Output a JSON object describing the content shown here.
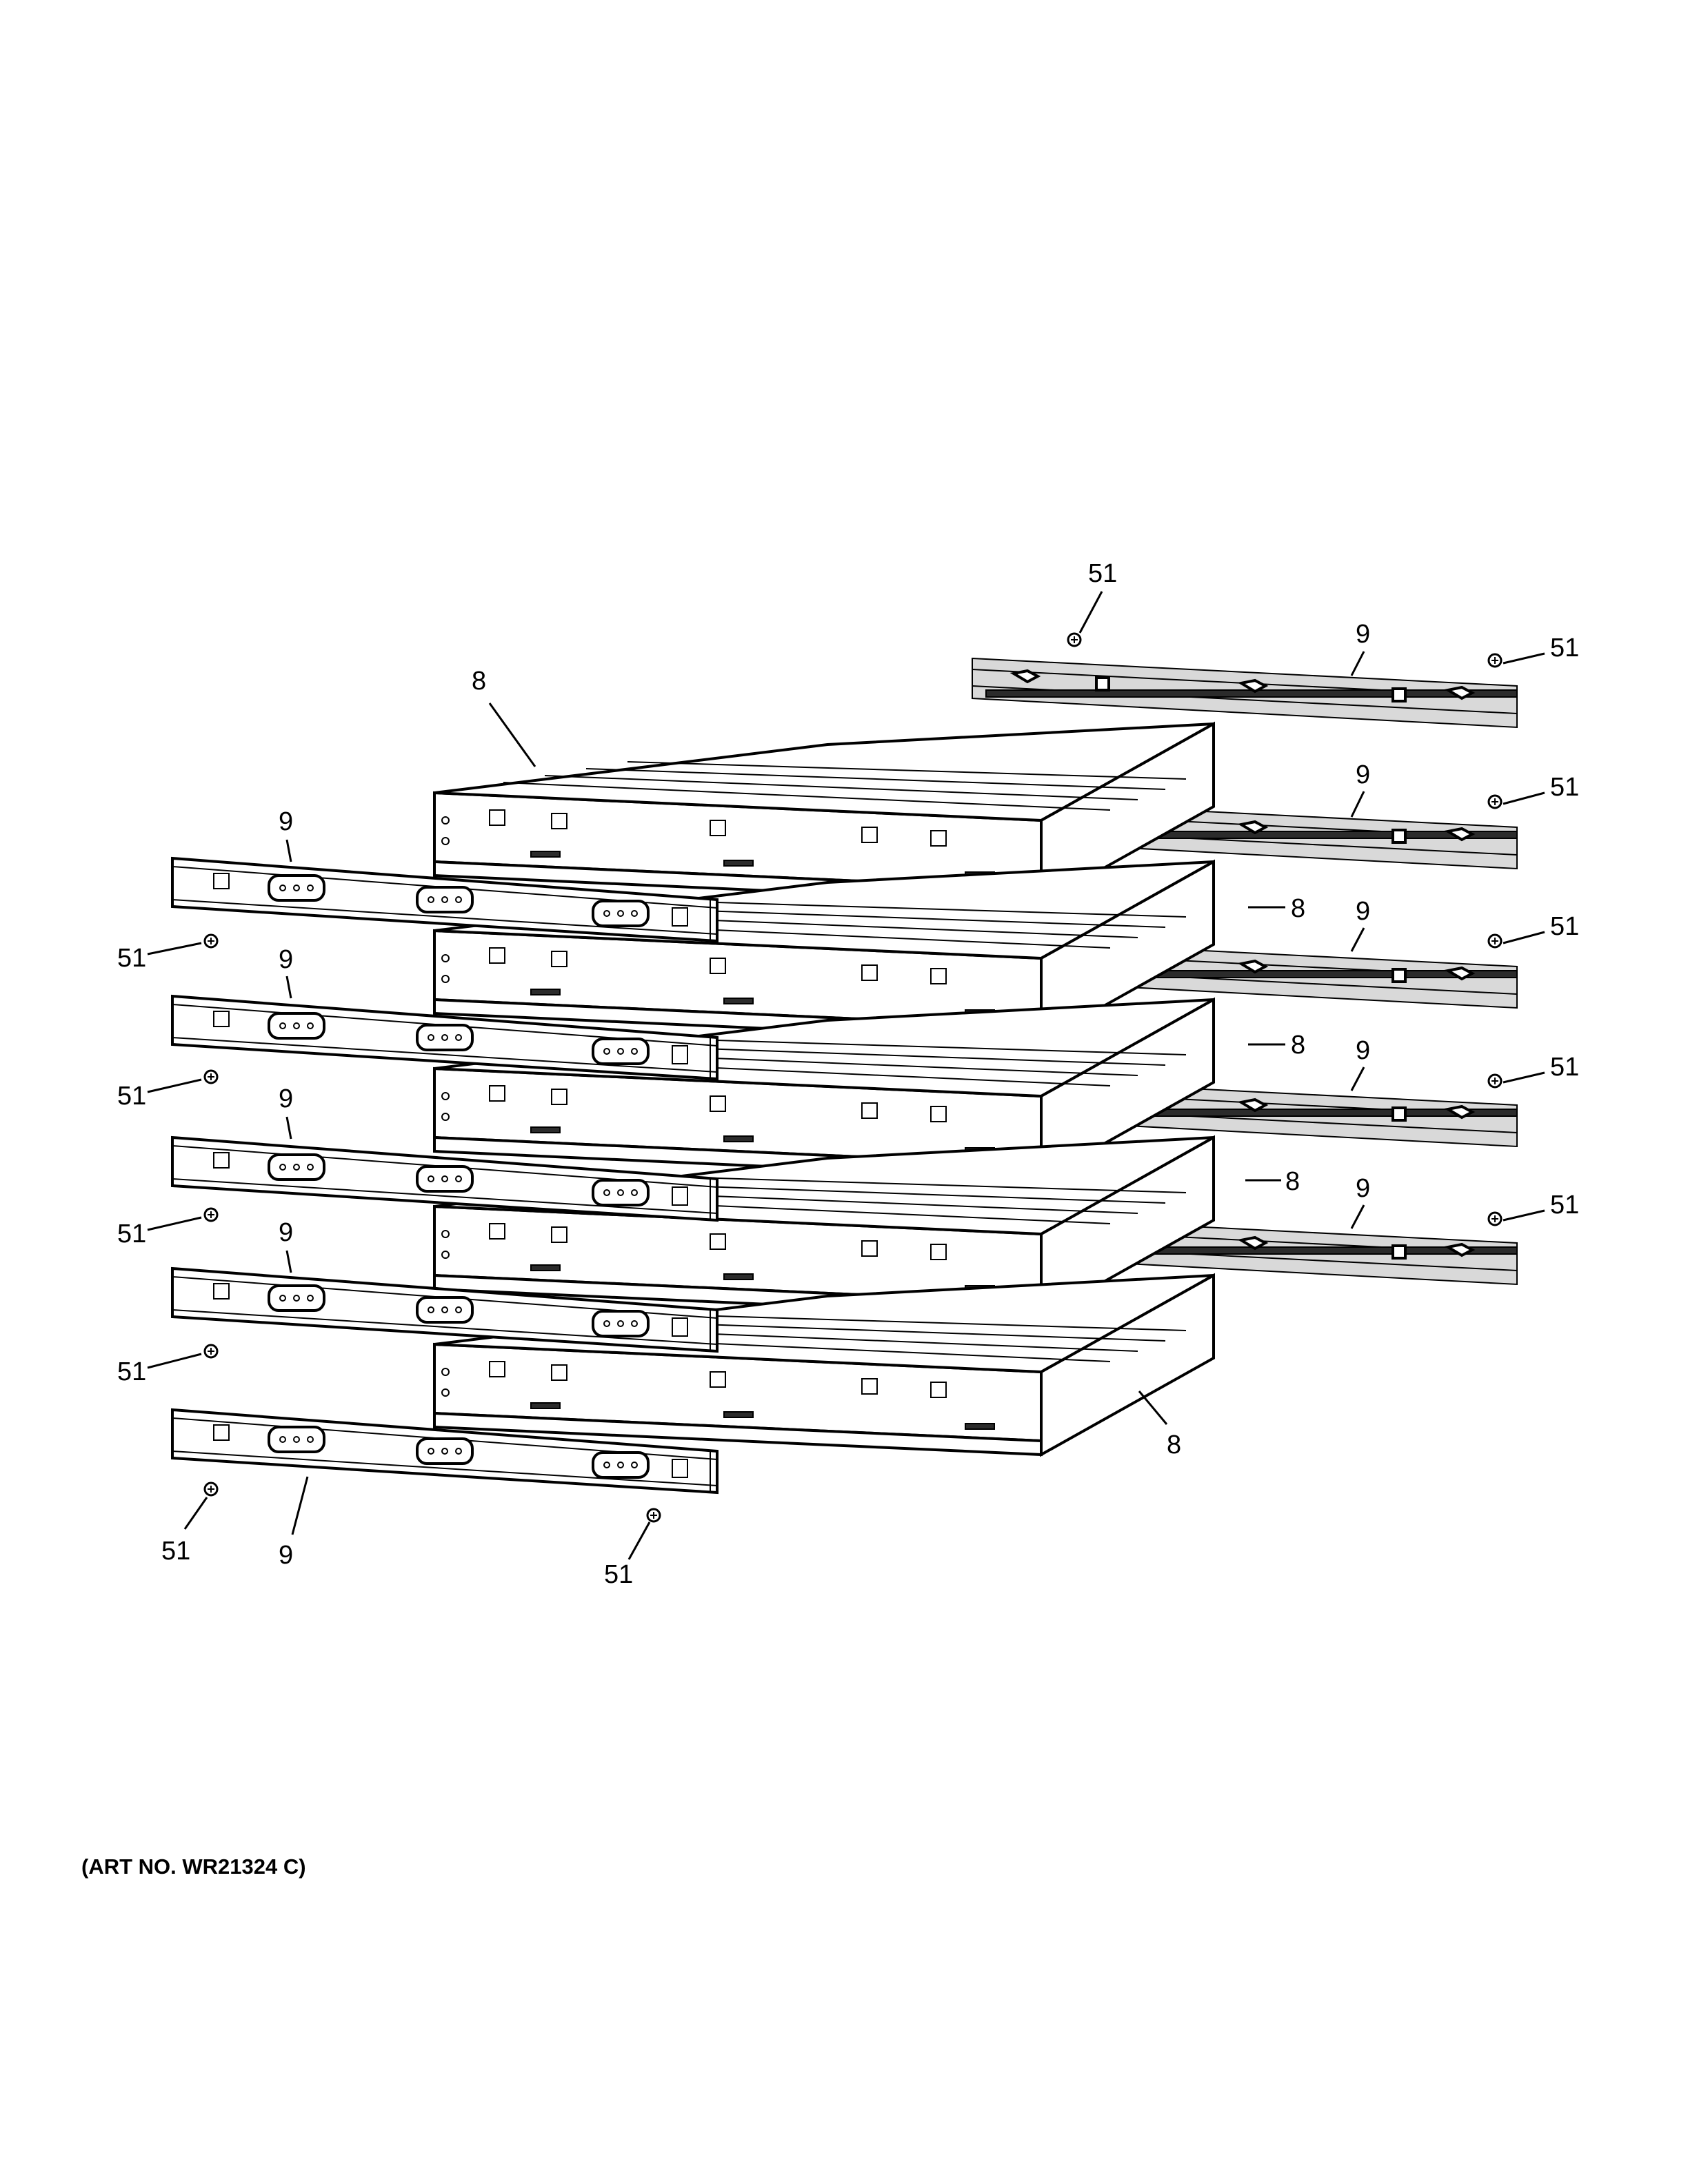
{
  "art_number": "(ART NO. WR21324 C)",
  "callouts": [
    {
      "id": "c51-top",
      "label": "51"
    },
    {
      "id": "c9-top-right",
      "label": "9"
    },
    {
      "id": "c51-right-1",
      "label": "51"
    },
    {
      "id": "c8-top",
      "label": "8"
    },
    {
      "id": "c9-right-2",
      "label": "9"
    },
    {
      "id": "c51-right-2",
      "label": "51"
    },
    {
      "id": "c9-left-1",
      "label": "9"
    },
    {
      "id": "c8-right-1",
      "label": "8"
    },
    {
      "id": "c9-right-3",
      "label": "9"
    },
    {
      "id": "c51-right-3",
      "label": "51"
    },
    {
      "id": "c51-left-1",
      "label": "51"
    },
    {
      "id": "c9-left-2",
      "label": "9"
    },
    {
      "id": "c8-right-2",
      "label": "8"
    },
    {
      "id": "c9-right-4",
      "label": "9"
    },
    {
      "id": "c51-right-4",
      "label": "51"
    },
    {
      "id": "c51-left-2",
      "label": "51"
    },
    {
      "id": "c9-left-3",
      "label": "9"
    },
    {
      "id": "c8-right-3",
      "label": "8"
    },
    {
      "id": "c9-right-5",
      "label": "9"
    },
    {
      "id": "c51-right-5",
      "label": "51"
    },
    {
      "id": "c51-left-3",
      "label": "51"
    },
    {
      "id": "c9-left-4",
      "label": "9"
    },
    {
      "id": "c51-left-4",
      "label": "51"
    },
    {
      "id": "c8-bottom",
      "label": "8"
    },
    {
      "id": "c51-bottom-left",
      "label": "51"
    },
    {
      "id": "c9-bottom",
      "label": "9"
    },
    {
      "id": "c51-bottom-mid",
      "label": "51"
    }
  ]
}
